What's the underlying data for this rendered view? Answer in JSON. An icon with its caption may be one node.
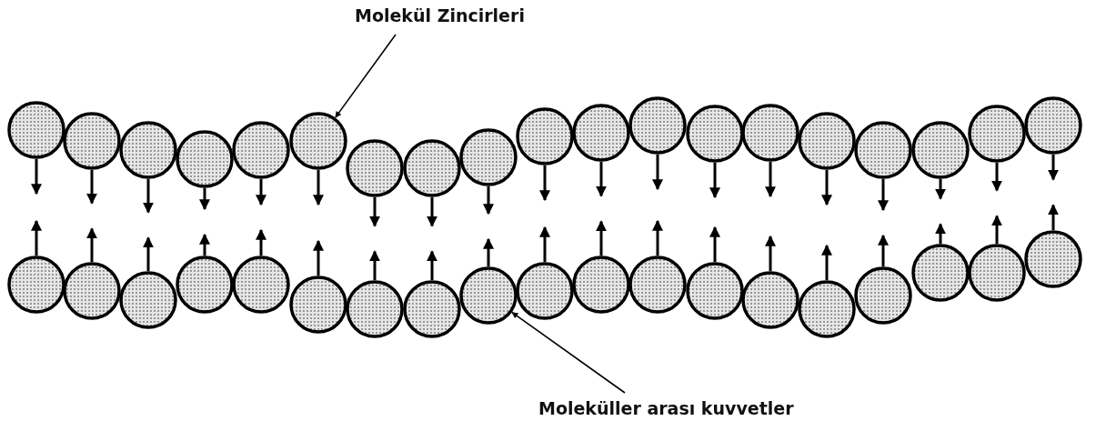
{
  "diagram": {
    "nodes": [
      {
        "text": [
          "Molekül Zincirleri"
        ]
      },
      {
        "text": [],
        "shape": "circle"
      },
      {
        "text": [],
        "shape": "circle"
      },
      {
        "text": [],
        "shape": "circle"
      },
      {
        "text": [],
        "shape": "circle"
      },
      {
        "text": [],
        "shape": "circle"
      },
      {
        "text": [],
        "shape": "circle"
      },
      {
        "text": [],
        "shape": "circle"
      },
      {
        "text": [],
        "shape": "circle"
      },
      {
        "text": [],
        "shape": "circle"
      },
      {
        "text": [],
        "shape": "circle"
      },
      {
        "text": [],
        "shape": "circle"
      },
      {
        "text": [],
        "shape": "circle"
      },
      {
        "text": [],
        "shape": "circle"
      },
      {
        "text": [],
        "shape": "circle"
      },
      {
        "text": [],
        "shape": "circle"
      },
      {
        "text": [],
        "shape": "circle"
      },
      {
        "text": [],
        "shape": "circle"
      },
      {
        "text": [],
        "shape": "circle"
      },
      {
        "text": [],
        "shape": "circle"
      },
      {
        "text": [],
        "shape": "circle"
      },
      {
        "text": [],
        "shape": "circle"
      },
      {
        "text": [],
        "shape": "circle"
      },
      {
        "text": [],
        "shape": "circle"
      },
      {
        "text": [],
        "shape": "circle"
      },
      {
        "text": [],
        "shape": "circle"
      },
      {
        "text": [],
        "shape": "circle"
      },
      {
        "text": [],
        "shape": "circle"
      },
      {
        "text": [],
        "shape": "circle"
      },
      {
        "text": [],
        "shape": "circle"
      },
      {
        "text": [],
        "shape": "circle"
      },
      {
        "text": [],
        "shape": "circle"
      },
      {
        "text": [],
        "shape": "circle"
      },
      {
        "text": [],
        "shape": "circle"
      },
      {
        "text": [],
        "shape": "circle"
      },
      {
        "text": [],
        "shape": "circle"
      },
      {
        "text": [],
        "shape": "circle"
      },
      {
        "text": [],
        "shape": "circle"
      },
      {
        "text": [],
        "shape": "circle"
      },
      {
        "text": [
          "Moleküller arası kuvvetler"
        ]
      }
    ],
    "edges": [
      {
        "from": 0,
        "to": 6,
        "arrow": "to"
      },
      {
        "from": 39,
        "to": 28,
        "arrow": "to"
      }
    ]
  }
}
